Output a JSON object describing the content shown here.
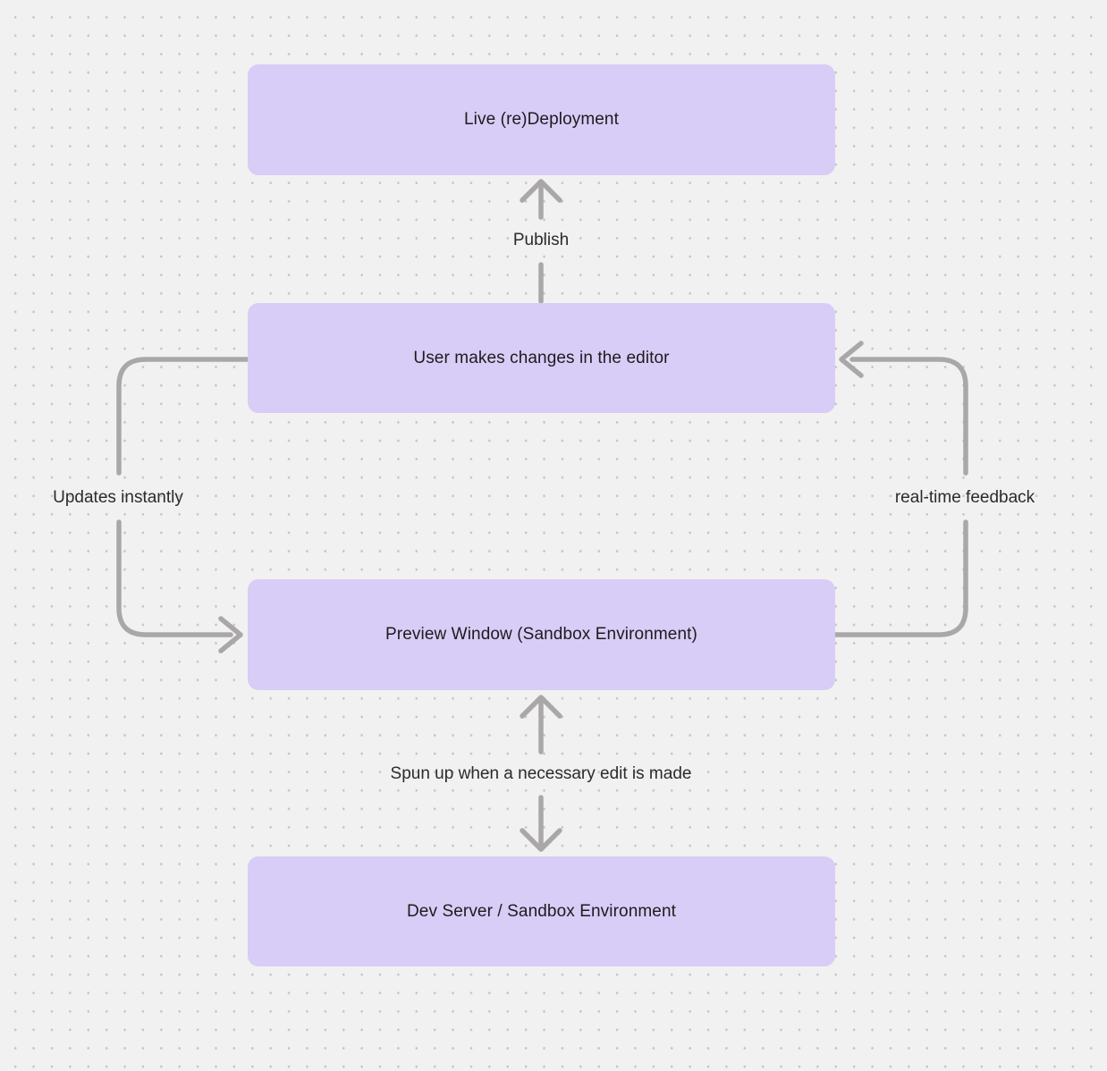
{
  "diagram": {
    "kind": "flowchart",
    "colors": {
      "canvas_background": "#f2f1f1",
      "grid_dot": "#c8c6c7",
      "node_fill": "#d8cdf6",
      "node_text": "#1d1b1e",
      "arrow_stroke": "#a9a7a7",
      "edge_label_text": "#2c2a2b"
    }
  },
  "nodes": [
    {
      "id": "live-redeployment",
      "label": "Live (re)Deployment"
    },
    {
      "id": "user-editor",
      "label": "User makes changes in the editor"
    },
    {
      "id": "preview-window",
      "label": "Preview Window (Sandbox Environment)"
    },
    {
      "id": "dev-server",
      "label": "Dev Server / Sandbox Environment"
    }
  ],
  "edges": [
    {
      "id": "publish",
      "from": "user-editor",
      "to": "live-redeployment",
      "label": "Publish",
      "direction": "up"
    },
    {
      "id": "updates-instantly",
      "from": "user-editor",
      "to": "preview-window",
      "label": "Updates instantly",
      "side": "left",
      "direction": "down"
    },
    {
      "id": "real-time-feedback",
      "from": "preview-window",
      "to": "user-editor",
      "label": "real-time feedback",
      "side": "right",
      "direction": "up"
    },
    {
      "id": "spun-up",
      "from": "preview-window",
      "to": "dev-server",
      "label": "Spun up when a necessary edit is made",
      "direction": "both"
    }
  ]
}
